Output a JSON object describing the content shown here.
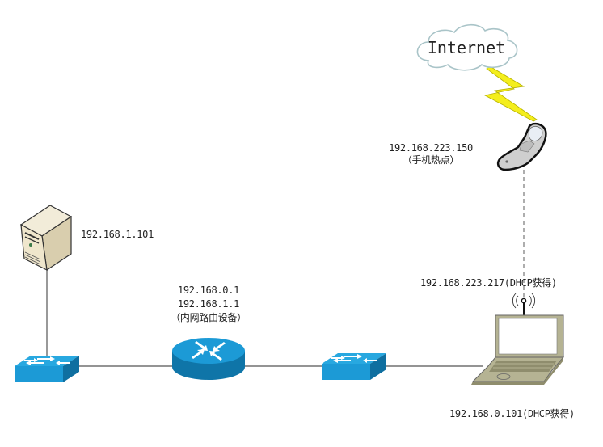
{
  "diagram": {
    "type": "network-topology",
    "nodes": {
      "internet": {
        "label": "Internet",
        "icon": "cloud-icon"
      },
      "phone": {
        "ip": "192.168.223.150",
        "note": "（手机热点）",
        "icon": "mobile-phone-icon"
      },
      "server": {
        "ip": "192.168.1.101",
        "icon": "server-tower-icon"
      },
      "router": {
        "ip_lines": [
          "192.168.0.1",
          "192.168.1.1"
        ],
        "note": "（内网路由设备）",
        "icon": "router-icon"
      },
      "switch_left": {
        "icon": "switch-icon"
      },
      "switch_right": {
        "icon": "switch-icon"
      },
      "laptop": {
        "wifi_ip": "192.168.223.217(DHCP获得)",
        "lan_ip": "192.168.0.101(DHCP获得)",
        "icon": "laptop-icon"
      }
    },
    "links": [
      {
        "from": "internet",
        "to": "phone",
        "style": "lightning"
      },
      {
        "from": "phone",
        "to": "laptop",
        "style": "dashed-wireless"
      },
      {
        "from": "server",
        "to": "switch_left",
        "style": "solid"
      },
      {
        "from": "switch_left",
        "to": "router",
        "style": "solid"
      },
      {
        "from": "router",
        "to": "switch_right",
        "style": "solid"
      },
      {
        "from": "switch_right",
        "to": "laptop",
        "style": "solid"
      }
    ],
    "colors": {
      "device_blue": "#1a9fdc",
      "device_blue_dark": "#0f75a8",
      "lightning": "#f2ec1a",
      "server_beige": "#e6dcc0",
      "laptop_olive": "#b3b291"
    }
  }
}
